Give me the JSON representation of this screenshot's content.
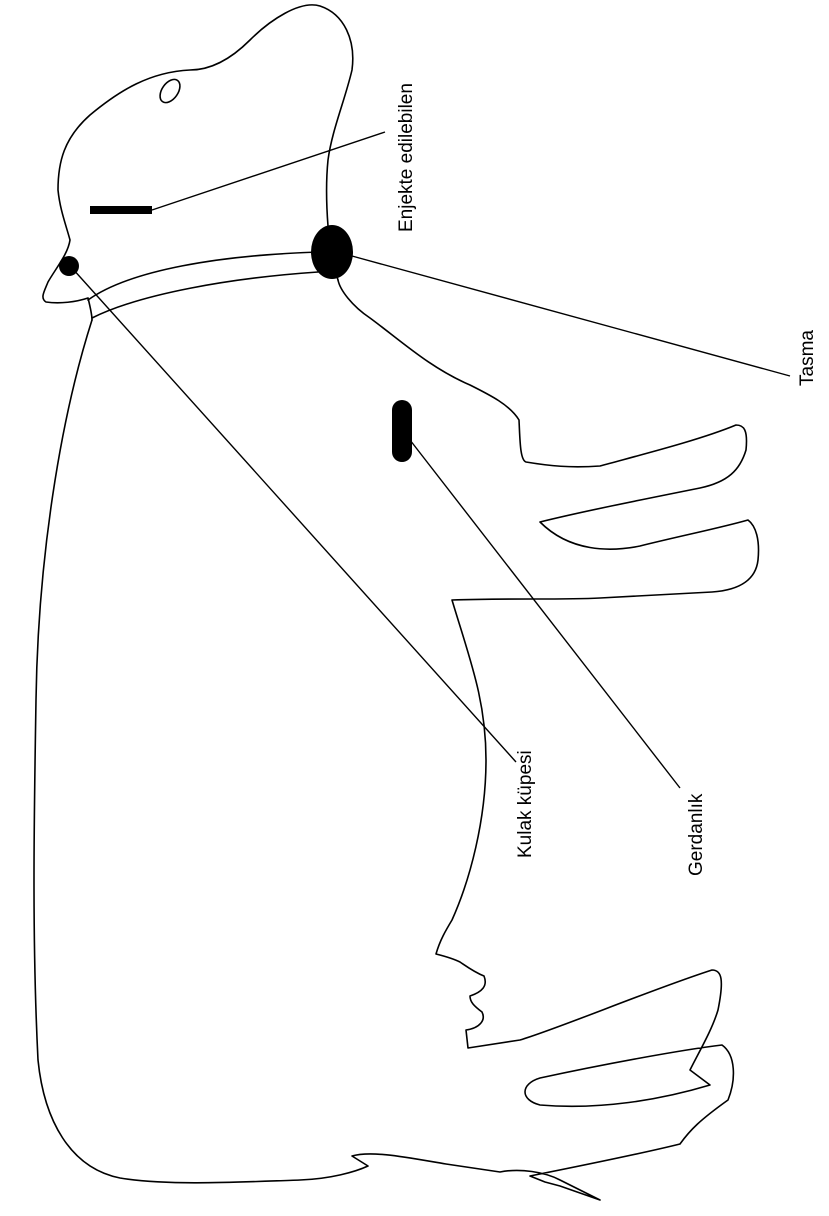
{
  "diagram": {
    "labels": {
      "injectable": "Enjekte edilebilen",
      "collar": "Tasma",
      "ear_tag": "Kulak küpesi",
      "neck_tag": "Gerdanlık"
    },
    "colors": {
      "stroke": "#000000",
      "background": "#ffffff"
    }
  }
}
